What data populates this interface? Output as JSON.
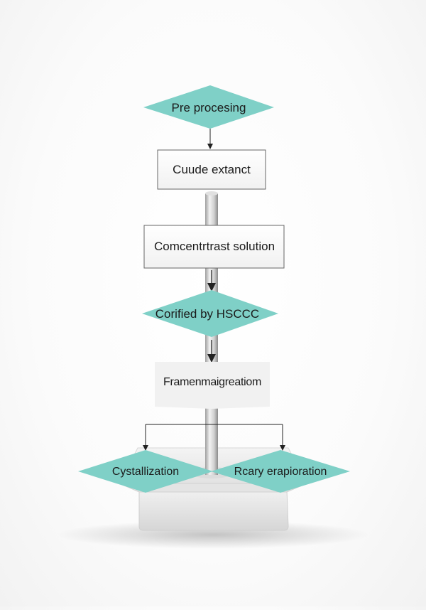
{
  "diagram": {
    "nodes": [
      {
        "id": "pre-processing",
        "label": "Pre procesing",
        "shape": "diamond"
      },
      {
        "id": "crude-extract",
        "label": "Cuude extanct",
        "shape": "rectangle"
      },
      {
        "id": "concentrated-solution",
        "label": "Comcentrtrast solution",
        "shape": "rectangle"
      },
      {
        "id": "purified-by-hsccc",
        "label": "Corified by HSCCC",
        "shape": "diamond"
      },
      {
        "id": "fragmentation",
        "label": "Framenmaigreatiom",
        "shape": "pentagon"
      },
      {
        "id": "crystallization",
        "label": "Cystallization",
        "shape": "diamond"
      },
      {
        "id": "rotary-evaporation",
        "label": "Rcary erapioration",
        "shape": "diamond"
      }
    ],
    "edges": [
      {
        "from": "pre-processing",
        "to": "crude-extract"
      },
      {
        "from": "crude-extract",
        "to": "concentrated-solution"
      },
      {
        "from": "concentrated-solution",
        "to": "purified-by-hsccc"
      },
      {
        "from": "purified-by-hsccc",
        "to": "fragmentation"
      },
      {
        "from": "fragmentation",
        "to": "crystallization"
      },
      {
        "from": "fragmentation",
        "to": "rotary-evaporation"
      }
    ],
    "colors": {
      "diamond_fill": "#7fd0c7",
      "box_fill": "#ffffff",
      "box_stroke": "#555555",
      "pole": "#cfcfcf",
      "base": "#ececec",
      "arrow": "#222222"
    }
  }
}
